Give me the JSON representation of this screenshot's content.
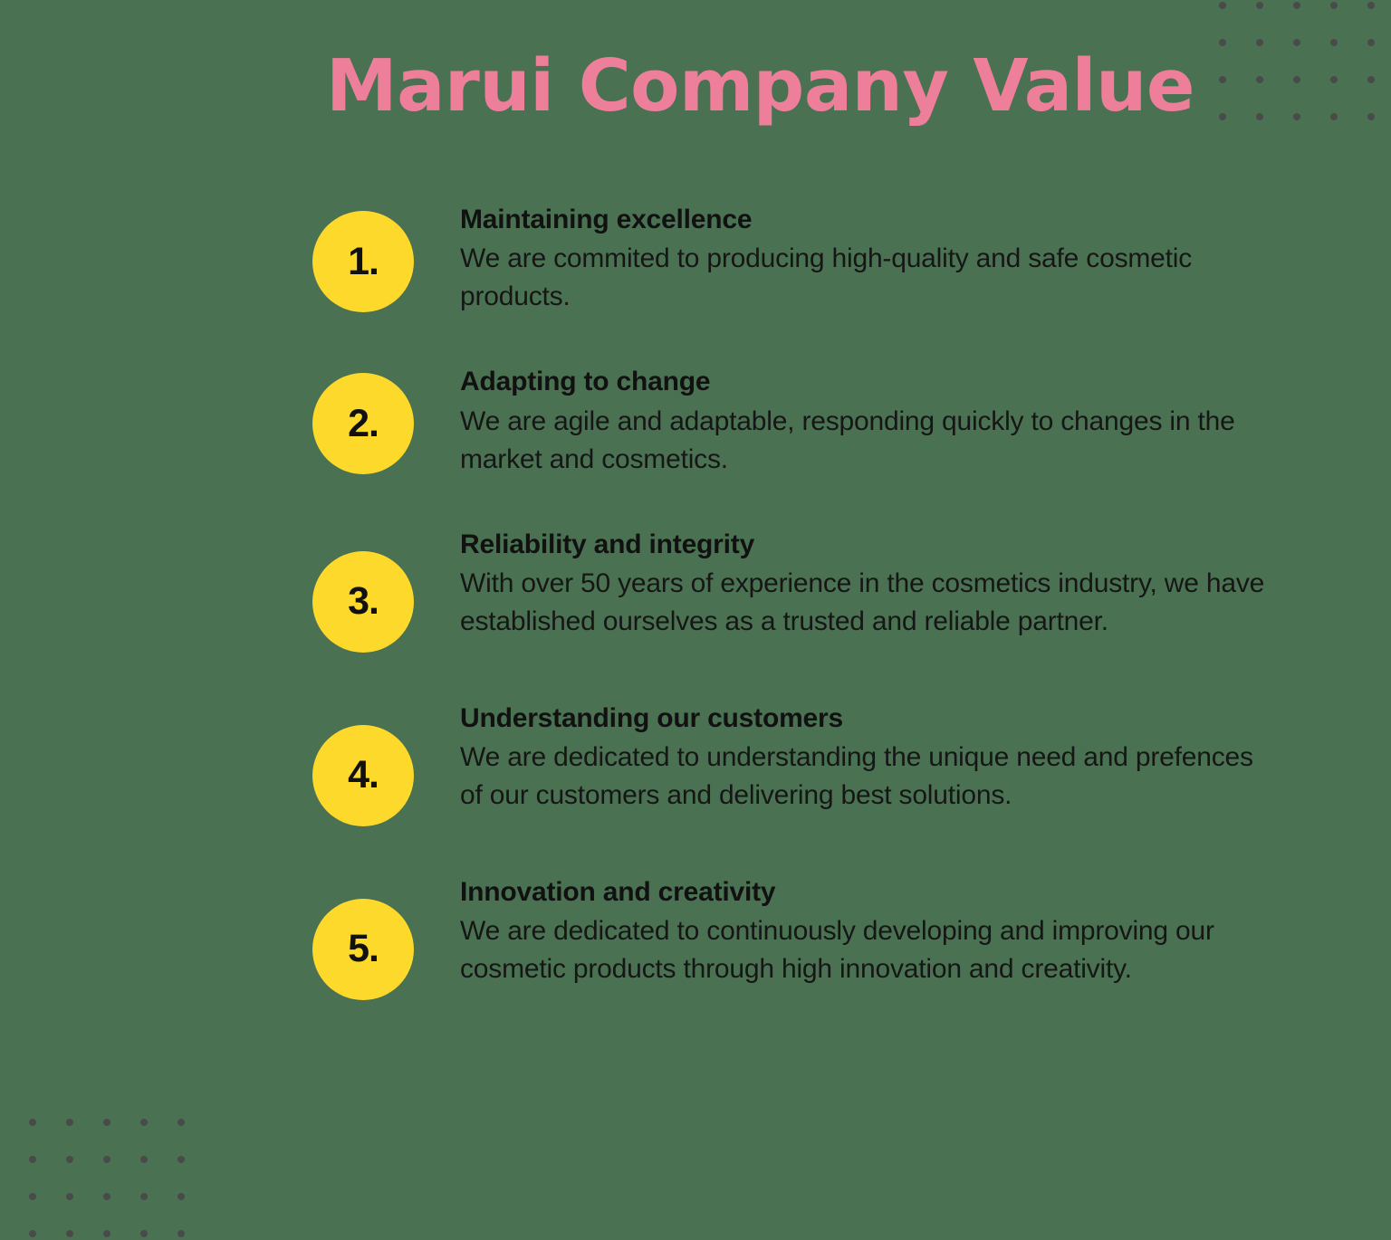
{
  "colors": {
    "background": "#4a7252",
    "title": "#ee7f9b",
    "badge": "#fcd92b",
    "badge_number": "#111111",
    "heading": "#111111",
    "body": "#161616",
    "dot": "#4a4a4a"
  },
  "title": "Marui Company Value",
  "values": [
    {
      "number": "1.",
      "heading": "Maintaining excellence",
      "description": "We are commited to producing high-quality and safe cosmetic products."
    },
    {
      "number": "2.",
      "heading": "Adapting to change",
      "description": "We are agile and adaptable, responding quickly to changes in the market and cosmetics."
    },
    {
      "number": "3.",
      "heading": "Reliability and integrity",
      "description": "With over 50 years of experience in the cosmetics industry, we have established ourselves as a trusted and reliable partner."
    },
    {
      "number": "4.",
      "heading": "Understanding our customers",
      "description": "We are dedicated to understanding the unique need and prefences of our customers and delivering best solutions."
    },
    {
      "number": "5.",
      "heading": "Innovation and creativity",
      "description": "We are dedicated to continuously developing and improving our cosmetic products through high innovation and creativity."
    }
  ],
  "decorations": {
    "top_right_dots": {
      "columns": 5,
      "rows": 4
    },
    "bottom_left_dots": {
      "columns": 5,
      "rows": 4
    }
  }
}
